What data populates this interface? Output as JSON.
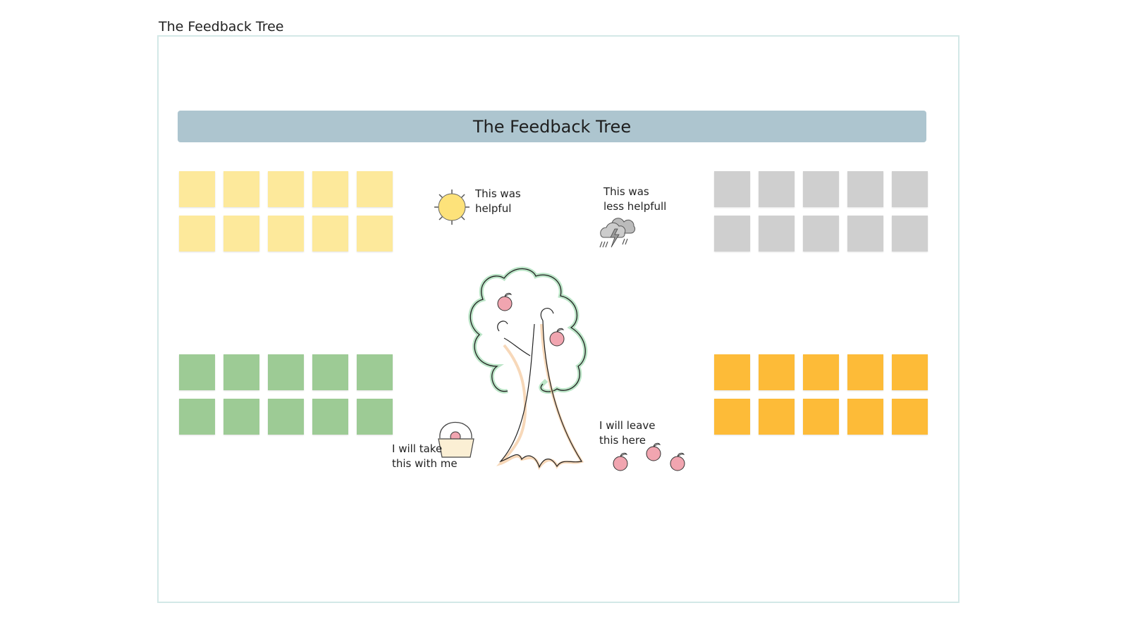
{
  "frame": {
    "title": "The Feedback Tree"
  },
  "banner": {
    "title": "The Feedback Tree"
  },
  "labels": {
    "helpful": [
      "This was",
      "helpful"
    ],
    "less_helpful": [
      "This was",
      "less helpfull"
    ],
    "take": [
      "I will take",
      "this with me"
    ],
    "leave": [
      "I will leave",
      "this here"
    ]
  },
  "note_groups": [
    {
      "name": "helpful",
      "color": "#fde99b",
      "count": 10
    },
    {
      "name": "less-helpful",
      "color": "#cfcfcf",
      "count": 10
    },
    {
      "name": "take-with-me",
      "color": "#9dcb95",
      "count": 10
    },
    {
      "name": "leave-here",
      "color": "#fdbb38",
      "count": 10
    }
  ],
  "icons": [
    "sun-icon",
    "storm-cloud-icon",
    "tree-illustration",
    "basket-icon",
    "apple-icon"
  ]
}
